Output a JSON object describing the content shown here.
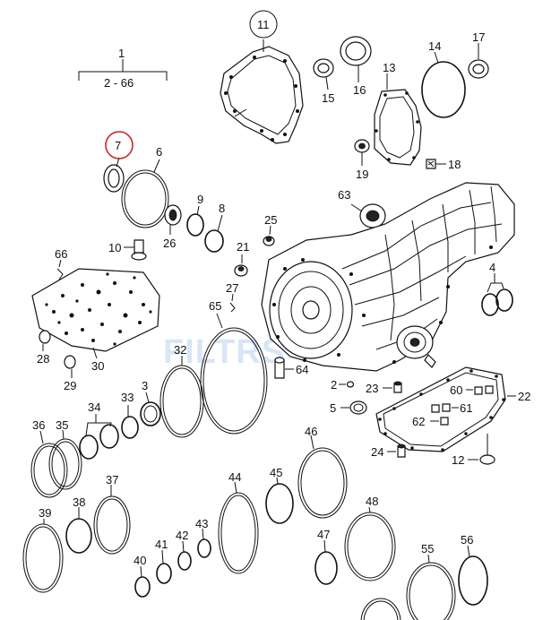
{
  "diagram": {
    "range": {
      "label": "1",
      "sub": "2 - 66"
    },
    "highlight_color": "#c62828",
    "watermark": "FILTRS",
    "labels": {
      "l3": "3",
      "l4": "4",
      "l5": "5",
      "l6": "6",
      "l7": "7",
      "l8": "8",
      "l9": "9",
      "l10": "10",
      "l11": "11",
      "l12": "12",
      "l13": "13",
      "l14": "14",
      "l15": "15",
      "l16": "16",
      "l17": "17",
      "l18": "18",
      "l19": "19",
      "l21": "21",
      "l22": "22",
      "l23": "23",
      "l24": "24",
      "l25": "25",
      "l26": "26",
      "l27": "27",
      "l28": "28",
      "l29": "29",
      "l30": "30",
      "l32": "32",
      "l33": "33",
      "l34": "34",
      "l35": "35",
      "l36": "36",
      "l37": "37",
      "l38": "38",
      "l39": "39",
      "l40": "40",
      "l41": "41",
      "l42": "42",
      "l43": "43",
      "l44": "44",
      "l45": "45",
      "l46": "46",
      "l47": "47",
      "l48": "48",
      "l55": "55",
      "l56": "56",
      "l60": "60",
      "l61": "61",
      "l62": "62",
      "l63": "63",
      "l64": "64",
      "l65": "65",
      "l66": "66",
      "l2": "2"
    }
  }
}
